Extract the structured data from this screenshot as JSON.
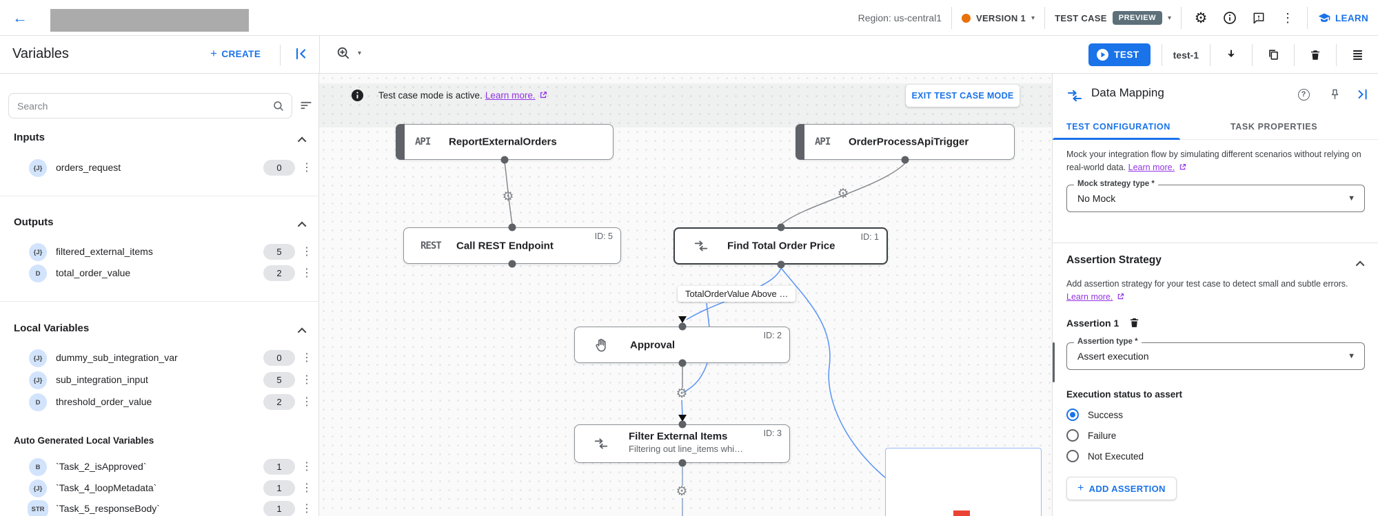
{
  "colors": {
    "accent": "#1a73e8",
    "link_purple": "#9334e6",
    "preview_badge_bg": "#5d7079",
    "version_dot": "#e8710a"
  },
  "topbar": {
    "region": "Region: us-central1",
    "version": "VERSION 1",
    "test_case": "TEST CASE",
    "preview": "PREVIEW",
    "learn": "LEARN"
  },
  "toolbar": {
    "title": "Variables",
    "create": "CREATE",
    "test": "TEST",
    "test_case_name": "test-1"
  },
  "sidebar": {
    "search_placeholder": "Search",
    "inputs": {
      "title": "Inputs",
      "items": [
        {
          "type": "{J}",
          "name": "orders_request",
          "count": "0"
        }
      ]
    },
    "outputs": {
      "title": "Outputs",
      "items": [
        {
          "type": "{J}",
          "name": "filtered_external_items",
          "count": "5"
        },
        {
          "type": "D",
          "name": "total_order_value",
          "count": "2"
        }
      ]
    },
    "locals": {
      "title": "Local Variables",
      "items": [
        {
          "type": "{J}",
          "name": "dummy_sub_integration_var",
          "count": "0"
        },
        {
          "type": "{J}",
          "name": "sub_integration_input",
          "count": "5"
        },
        {
          "type": "D",
          "name": "threshold_order_value",
          "count": "2"
        }
      ]
    },
    "auto": {
      "title": "Auto Generated Local Variables",
      "items": [
        {
          "type": "B",
          "name": "`Task_2_isApproved`",
          "count": "1"
        },
        {
          "type": "{J}",
          "name": "`Task_4_loopMetadata`",
          "count": "1"
        },
        {
          "type": "STR",
          "name": "`Task_5_responseBody`",
          "count": "1"
        }
      ]
    }
  },
  "canvas": {
    "banner": {
      "text": "Test case mode is active.",
      "link": "Learn more.",
      "exit": "EXIT TEST CASE MODE"
    },
    "edge_label": "TotalOrderValue Above …",
    "nodes": {
      "report": {
        "glyph": "API",
        "title": "ReportExternalOrders"
      },
      "trigger": {
        "glyph": "API",
        "title": "OrderProcessApiTrigger"
      },
      "rest": {
        "glyph": "REST",
        "title": "Call REST Endpoint",
        "id": "ID: 5"
      },
      "find": {
        "title": "Find Total Order Price",
        "id": "ID: 1"
      },
      "approval": {
        "title": "Approval",
        "id": "ID: 2"
      },
      "filter": {
        "title": "Filter External Items",
        "subtitle": "Filtering out line_items whi…",
        "id": "ID: 3"
      }
    }
  },
  "panel": {
    "title": "Data Mapping",
    "tabs": [
      {
        "label": "TEST CONFIGURATION"
      },
      {
        "label": "TASK PROPERTIES"
      }
    ],
    "mock": {
      "description": "Mock your integration flow by simulating different scenarios without relying on real-world data.",
      "link": "Learn more.",
      "field_label": "Mock strategy type *",
      "field_value": "No Mock"
    },
    "assertion_strategy": {
      "title": "Assertion Strategy",
      "description": "Add assertion strategy for your test case to detect small and subtle errors.",
      "link": "Learn more."
    },
    "assertion": {
      "title": "Assertion 1",
      "field_label": "Assertion type *",
      "field_value": "Assert execution"
    },
    "execution_status": {
      "label": "Execution status to assert",
      "options": [
        {
          "label": "Success",
          "selected": true
        },
        {
          "label": "Failure",
          "selected": false
        },
        {
          "label": "Not Executed",
          "selected": false
        }
      ]
    },
    "add_assertion": "ADD ASSERTION"
  }
}
